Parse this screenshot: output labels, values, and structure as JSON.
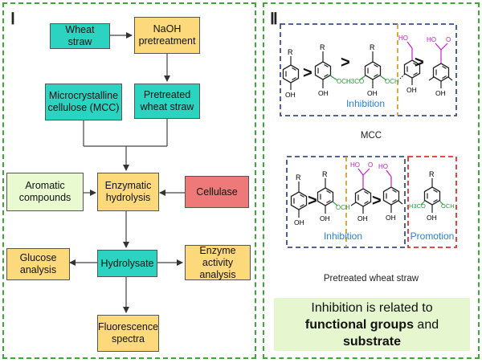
{
  "panel1": {
    "numeral": "Ⅰ",
    "boxes": {
      "wheat_straw": "Wheat straw",
      "naoh": "NaOH pretreatment",
      "mcc": "Microcrystalline cellulose (MCC)",
      "pretreated": "Pretreated wheat straw",
      "aromatic": "Aromatic compounds",
      "enzymatic": "Enzymatic hydrolysis",
      "cellulase": "Cellulase",
      "hydrolysate": "Hydrolysate",
      "glucose": "Glucose analysis",
      "enzyme_activity": "Enzyme activity analysis",
      "fluorescence": "Fluorescence spectra"
    }
  },
  "panel2": {
    "numeral": "Ⅱ",
    "mcc_label": "MCC",
    "pretreated_label": "Pretreated wheat straw",
    "inhibition_label": "Inhibition",
    "inhibition_label_2": "Inhibition",
    "promotion_label": "Promotion",
    "banner": {
      "part1": "Inhibition is related to ",
      "bold1": "functional groups",
      "part2": " and ",
      "bold2": "substrate"
    },
    "atoms": {
      "r": "R",
      "oh": "OH",
      "och3": "OCH",
      "h3co": "H3CO",
      "ho": "HO",
      "o": "O"
    },
    "gt": ">"
  },
  "colors": {
    "teal": "#2bd3c0",
    "yellow": "#fcd97a",
    "light_green": "#e9fad0",
    "red": "#ef7878",
    "panel_border": "#3aaa35",
    "blue_dash": "#3b4f8a",
    "orange_dash": "#e0a020",
    "red_dash": "#e0302c",
    "label_blue": "#2a7fd4",
    "green_chem": "#2c9b3a",
    "magenta_chem": "#c020c0"
  }
}
